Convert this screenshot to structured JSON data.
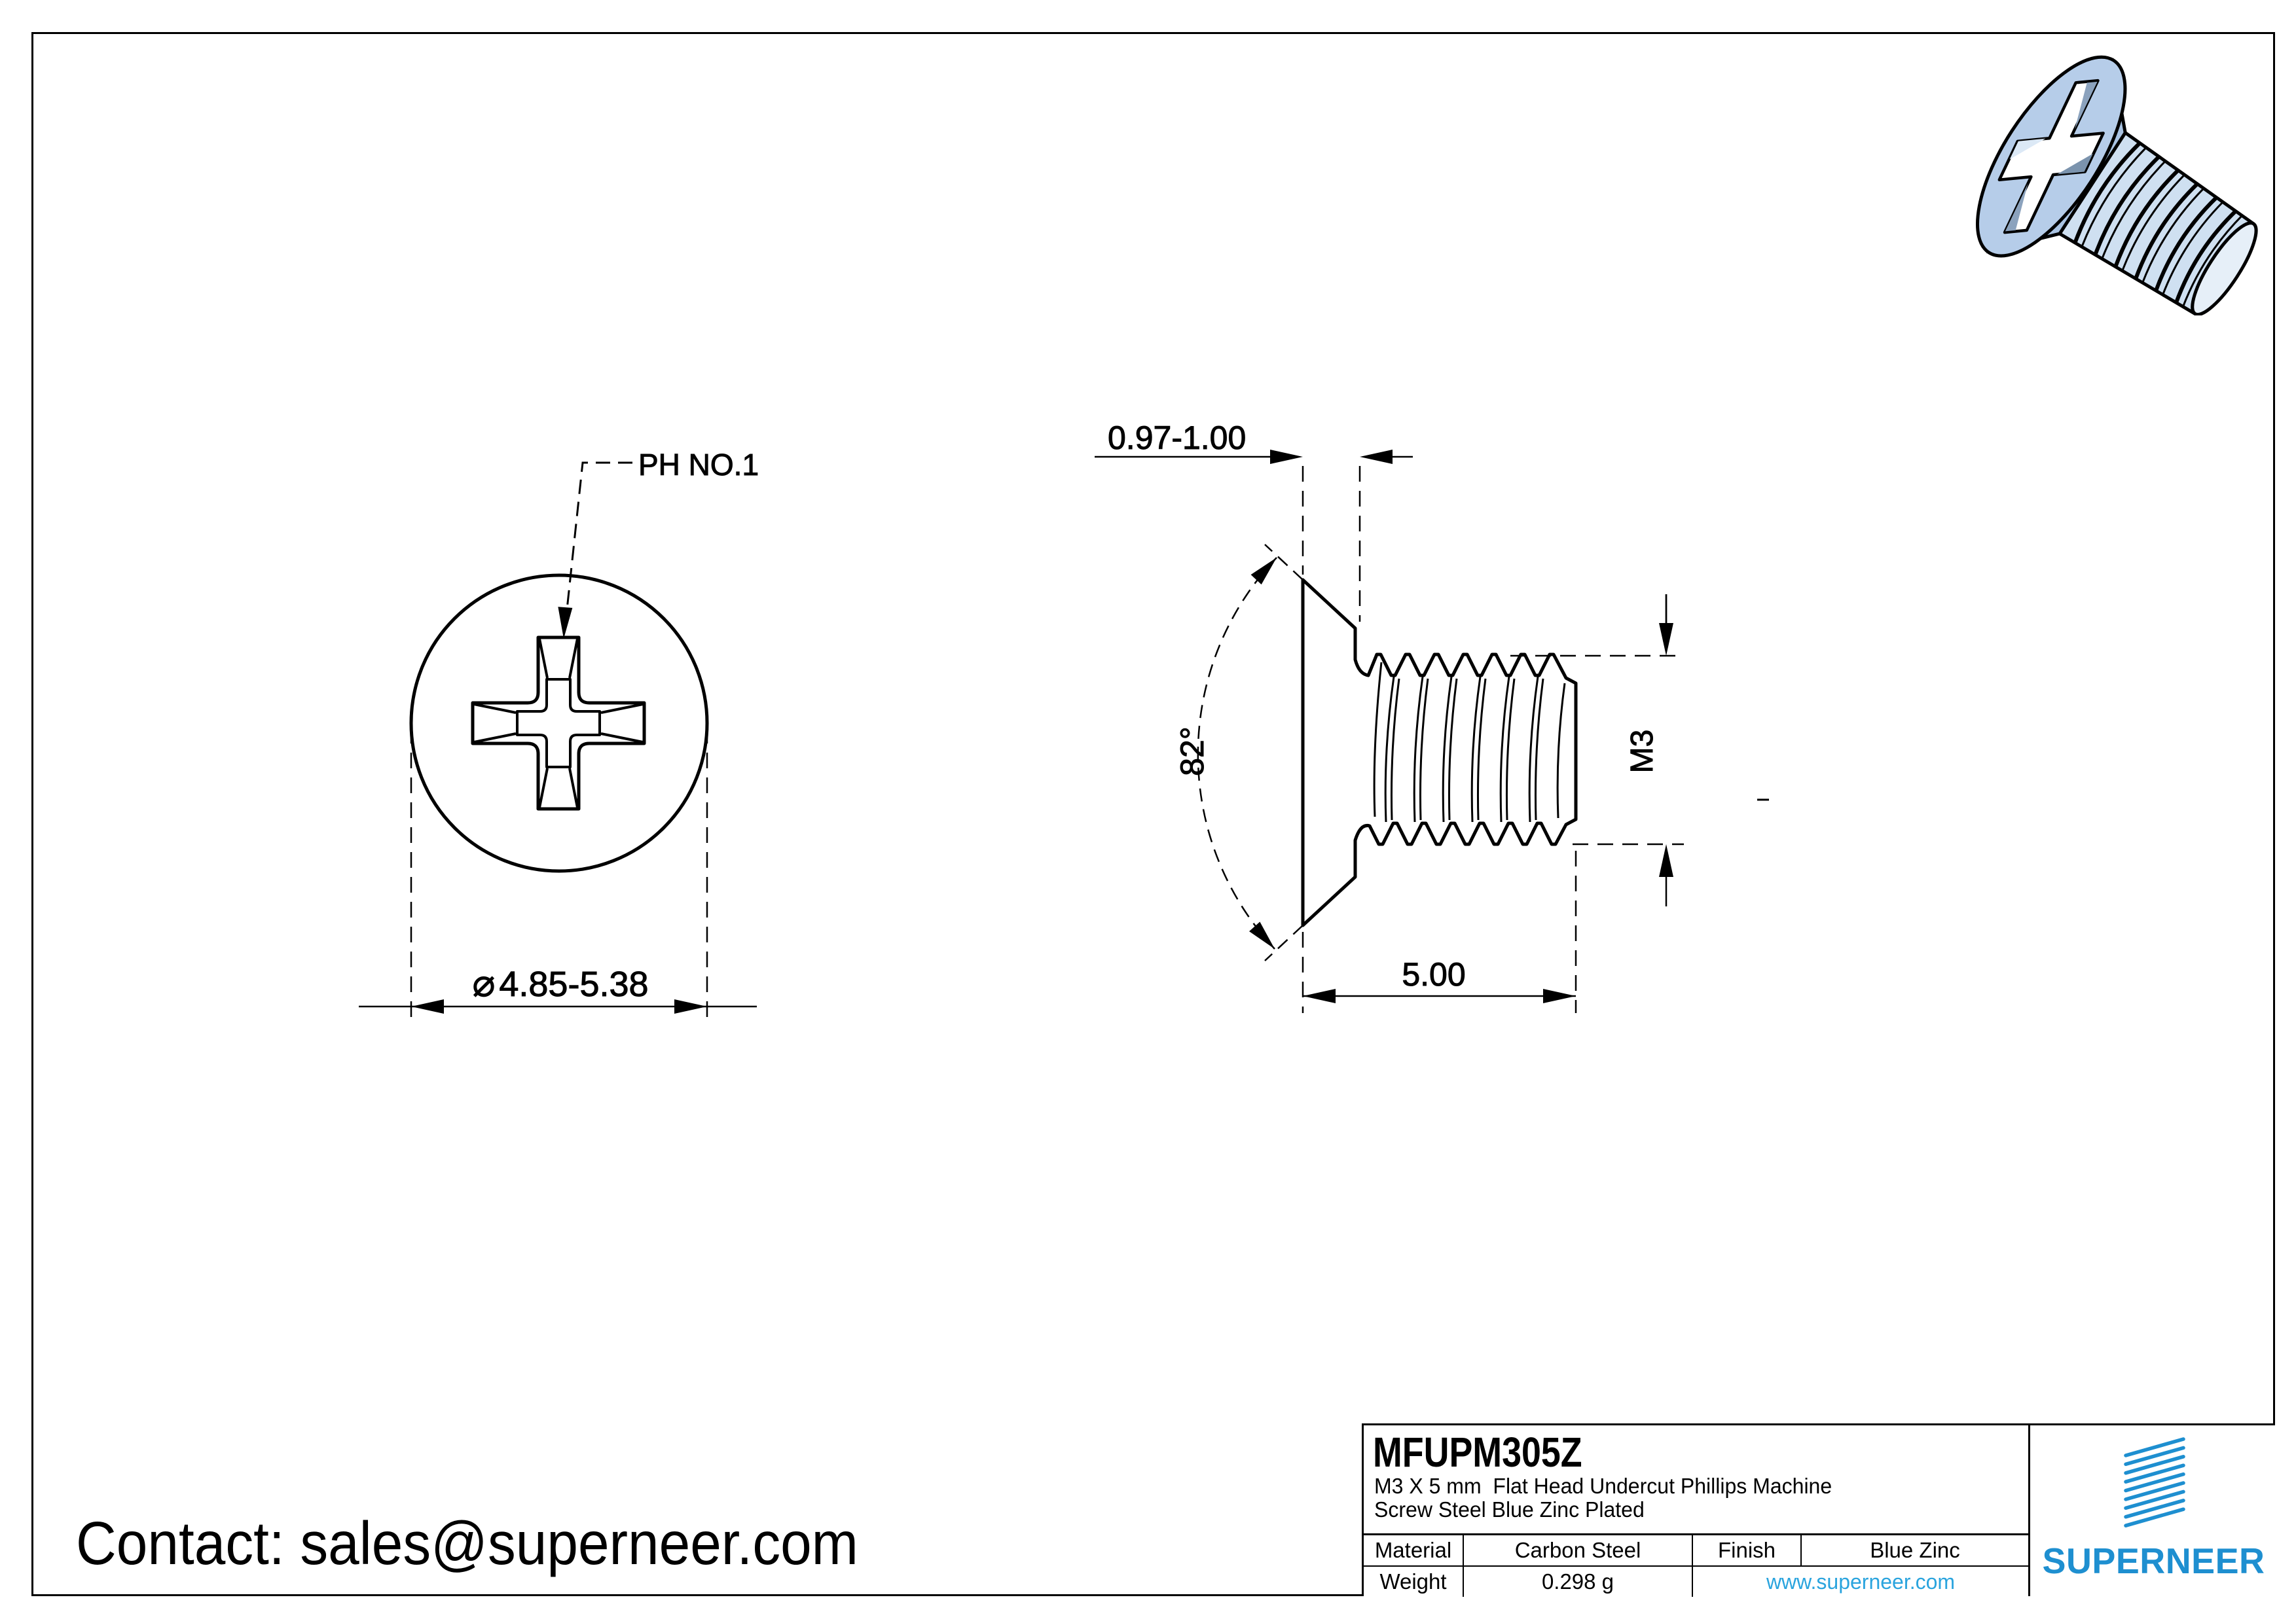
{
  "window": {
    "contact": "Contact: sales@superneer.com"
  },
  "front_view": {
    "callout": "PH NO.1",
    "diameter_symbol": "⌀",
    "diameter_value": "4.85-5.38"
  },
  "side_view": {
    "head_height": "0.97-1.00",
    "head_angle": "82°",
    "thread_spec": "M3",
    "thread_length": "5.00"
  },
  "title_block": {
    "part_number": "MFUPM305Z",
    "description_line1": "M3 X 5 mm  Flat Head Undercut Phillips Machine",
    "description_line2": "Screw Steel Blue Zinc Plated",
    "material_label": "Material",
    "material_value": "Carbon Steel",
    "finish_label": "Finish",
    "finish_value": "Blue Zinc",
    "weight_label": "Weight",
    "weight_value": "0.298 g",
    "website": "www.superneer.com",
    "brand": "SUPERNEER"
  },
  "colors": {
    "brand_blue": "#1e8fd0",
    "link_blue": "#2aa4de",
    "drawing_line": "#000000",
    "screw_head_blue": "#b6cde9",
    "screw_shank_blue": "#cfe0f1",
    "screw_end_blue": "#e6eff8",
    "screw_shadow_blue": "#a9c3e2",
    "cross_wall_gray": "#8ba2bd"
  }
}
